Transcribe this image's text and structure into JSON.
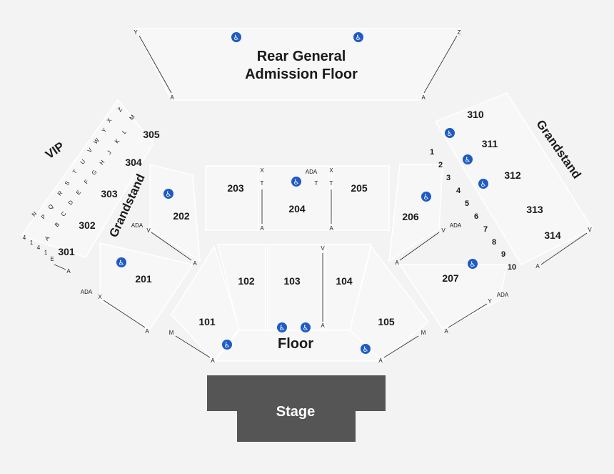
{
  "areas": {
    "rear_ga": [
      "Rear General",
      "Admission Floor"
    ],
    "floor": "Floor",
    "stage": "Stage",
    "vip": "VIP",
    "grandstand_left": "Grandstand",
    "grandstand_right": "Grandstand"
  },
  "sections": [
    {
      "id": "101",
      "label": "101"
    },
    {
      "id": "102",
      "label": "102"
    },
    {
      "id": "103",
      "label": "103"
    },
    {
      "id": "104",
      "label": "104"
    },
    {
      "id": "105",
      "label": "105"
    },
    {
      "id": "201",
      "label": "201"
    },
    {
      "id": "202",
      "label": "202"
    },
    {
      "id": "203",
      "label": "203"
    },
    {
      "id": "204",
      "label": "204"
    },
    {
      "id": "205",
      "label": "205"
    },
    {
      "id": "206",
      "label": "206"
    },
    {
      "id": "207",
      "label": "207"
    },
    {
      "id": "301",
      "label": "301"
    },
    {
      "id": "302",
      "label": "302"
    },
    {
      "id": "303",
      "label": "303"
    },
    {
      "id": "304",
      "label": "304"
    },
    {
      "id": "305",
      "label": "305"
    },
    {
      "id": "310",
      "label": "310"
    },
    {
      "id": "311",
      "label": "311"
    },
    {
      "id": "312",
      "label": "312"
    },
    {
      "id": "313",
      "label": "313"
    },
    {
      "id": "314",
      "label": "314"
    }
  ],
  "row_labels": {
    "rear_left_top": "Y",
    "rear_right_top": "Z",
    "rear_left_bottom": "A",
    "rear_right_bottom": "A",
    "s203_top": "X",
    "s203_mid": "T",
    "s203_bottom": "A",
    "s205_top": "X",
    "s205_mid": "T",
    "s205_bottom": "A",
    "s204_ada": "ADA",
    "s204_t": "T",
    "s202_ada": "ADA",
    "s202_v": "V",
    "s202_a": "A",
    "s201_ada": "ADA",
    "s201_x": "X",
    "s201_a": "A",
    "s101_m": "M",
    "s101_a": "A",
    "s104_v": "V",
    "s104_a": "A",
    "s105_m": "M",
    "s105_a": "A",
    "s206_ada": "ADA",
    "s206_v": "V",
    "s206_a": "A",
    "s207_ada": "ADA",
    "s207_y": "Y",
    "s207_a": "A",
    "s314_v": "V",
    "s314_a": "A",
    "s301_a": "A"
  },
  "vip_rows": [
    "Z",
    "M",
    "X",
    "Y",
    "L",
    "W",
    "K",
    "V",
    "J",
    "U",
    "H",
    "T",
    "G",
    "F",
    "S",
    "E",
    "R",
    "D",
    "Q",
    "C",
    "P",
    "B",
    "N",
    "A",
    "4",
    "1",
    "4",
    "1",
    "E"
  ],
  "grandstand_rows": [
    "1",
    "2",
    "3",
    "4",
    "5",
    "6",
    "7",
    "8",
    "9",
    "10"
  ],
  "colors": {
    "background": "#f3f3f3",
    "stage": "#555555",
    "ada": "#1f5bc4"
  },
  "icons": {
    "accessibility": "wheelchair-icon"
  }
}
